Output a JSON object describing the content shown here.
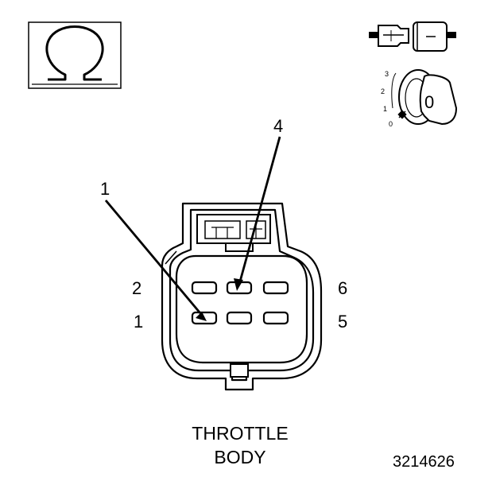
{
  "meter_symbol": "ohm-icon",
  "ignition_positions": [
    "3",
    "2",
    "1",
    "0"
  ],
  "key_position": "0",
  "callouts": {
    "terminal_1": "1",
    "terminal_4": "4"
  },
  "pin_labels": {
    "pin_2": "2",
    "pin_1": "1",
    "pin_6": "6",
    "pin_5": "5"
  },
  "caption": {
    "line1": "THROTTLE",
    "line2": "BODY"
  },
  "figure_number": "3214626"
}
